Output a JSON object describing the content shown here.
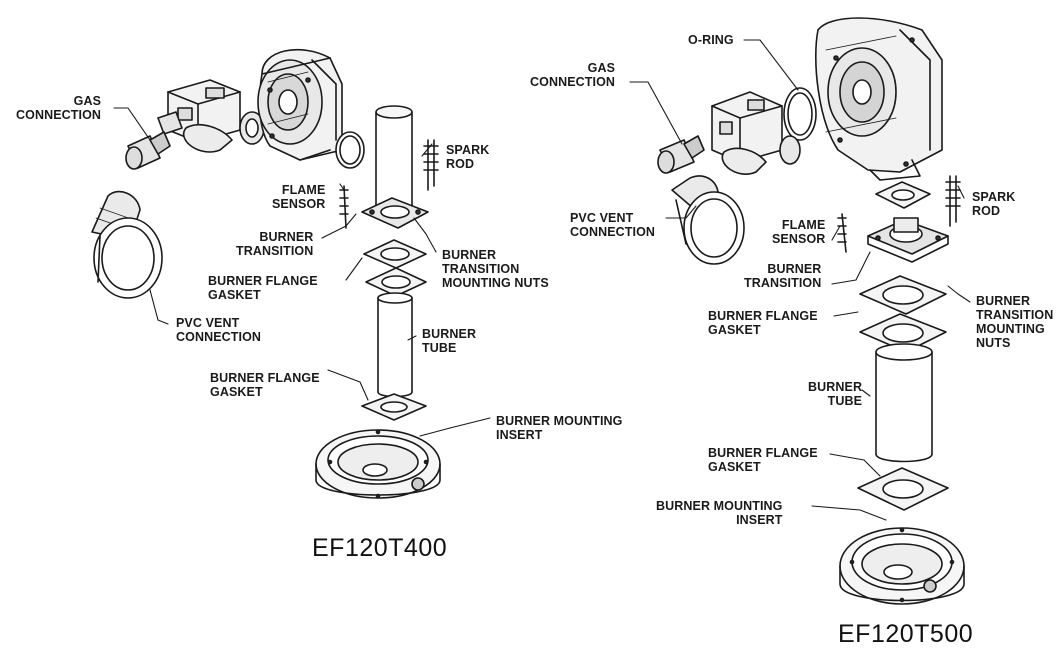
{
  "diagrams": [
    {
      "model": "EF120T400",
      "labels": {
        "gas_connection": "GAS\nCONNECTION",
        "spark_rod": "SPARK\nROD",
        "flame_sensor": "FLAME\nSENSOR",
        "burner_transition": "BURNER\nTRANSITION",
        "burner_flange_gasket_top": "BURNER FLANGE\nGASKET",
        "burner_transition_mounting_nuts": "BURNER\nTRANSITION\nMOUNTING NUTS",
        "pvc_vent_connection": "PVC VENT\nCONNECTION",
        "burner_tube": "BURNER\nTUBE",
        "burner_flange_gasket_bottom": "BURNER FLANGE\nGASKET",
        "burner_mounting_insert": "BURNER MOUNTING\nINSERT"
      }
    },
    {
      "model": "EF120T500",
      "labels": {
        "o_ring": "O-RING",
        "gas_connection": "GAS\nCONNECTION",
        "spark_rod": "SPARK\nROD",
        "pvc_vent_connection": "PVC VENT\nCONNECTION",
        "flame_sensor": "FLAME\nSENSOR",
        "burner_transition": "BURNER\nTRANSITION",
        "burner_flange_gasket_top": "BURNER FLANGE\nGASKET",
        "burner_transition_mounting_nuts": "BURNER\nTRANSITION\nMOUNTING\nNUTS",
        "burner_tube": "BURNER\nTUBE",
        "burner_flange_gasket_bottom": "BURNER FLANGE\nGASKET",
        "burner_mounting_insert": "BURNER MOUNTING\nINSERT"
      }
    }
  ]
}
